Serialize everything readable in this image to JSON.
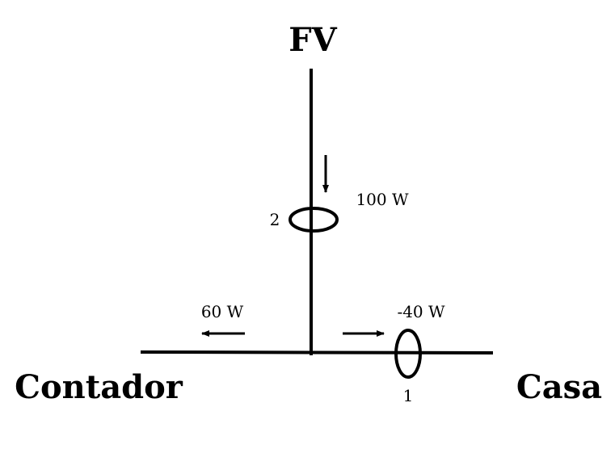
{
  "labels": {
    "fv": "FV",
    "contador": "Contador",
    "casa": "Casa"
  },
  "sensors": [
    {
      "id": "2",
      "power": "100 W"
    },
    {
      "id": "1",
      "power": "-40 W"
    }
  ],
  "flows": {
    "to_contador": "60 W"
  }
}
